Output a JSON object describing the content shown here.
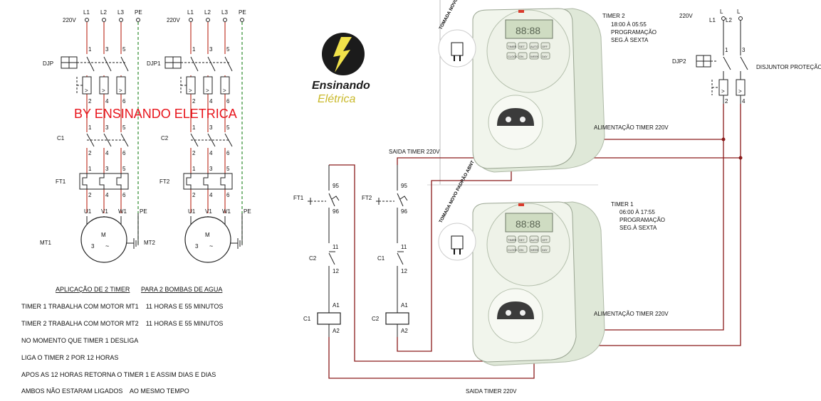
{
  "watermark": "BY ENSINANDO ELETRICA",
  "logo": {
    "line1": "Ensinando",
    "line2": "Elétrica",
    "accent": "#f1e24a",
    "dark": "#1b1b1b"
  },
  "colors": {
    "phase": "#c0392b",
    "pe": "#2e8b2e",
    "wire": "#222222",
    "control": "#8a1b1b",
    "watermark": "#e8141b"
  },
  "panel1": {
    "supply_voltage": "220V",
    "phases": [
      "L1",
      "L2",
      "L3",
      "PE"
    ],
    "breaker": "DJP",
    "contactor": "C1",
    "overload": "FT1",
    "motor": "MT1"
  },
  "panel2": {
    "supply_voltage": "220V",
    "phases": [
      "L1",
      "L2",
      "L3",
      "PE"
    ],
    "breaker": "DJP1",
    "contactor": "C2",
    "overload": "FT2",
    "motor": "MT2"
  },
  "power_terminals": {
    "top": [
      "1",
      "3",
      "5"
    ],
    "bottom": [
      "2",
      "4",
      "6"
    ],
    "motor": [
      "U1",
      "V1",
      "W1"
    ],
    "pe": "PE"
  },
  "motor_symbol": {
    "letter": "M",
    "phases": "3",
    "wave": "~"
  },
  "notes": {
    "heading_left": "APLICAÇÃO DE 2 TIMER",
    "heading_right": "PARA 2 BOMBAS DE AGUA",
    "lines": [
      "TIMER 1 TRABALHA COM MOTOR MT1    11 HORAS E 55 MINUTOS",
      "TIMER 2 TRABALHA COM MOTOR MT2    11 HORAS E 55 MINUTOS",
      "NO MOMENTO QUE TIMER 1 DESLIGA",
      "LIGA O TIMER 2 POR 12 HORAS",
      "APOS AS 12 HORAS RETORNA O TIMER 1 E ASSIM DIAS E DIAS",
      "AMBOS NÃO ESTARAM LIGADOS    AO MESMO TEMPO"
    ]
  },
  "control": {
    "saida_top": "SAIDA TIMER 220V",
    "saida_bottom": "SAIDA TIMER 220V",
    "branch1": {
      "overload": "FT1",
      "nc_top": "95",
      "nc_bottom": "96",
      "interlock": "C2",
      "interlock_top": "11",
      "interlock_bottom": "12",
      "coil": "C1",
      "coil_top": "A1",
      "coil_bottom": "A2"
    },
    "branch2": {
      "overload": "FT2",
      "nc_top": "95",
      "nc_bottom": "96",
      "interlock": "C1",
      "interlock_top": "11",
      "interlock_bottom": "12",
      "coil": "C2",
      "coil_top": "A1",
      "coil_bottom": "A2"
    }
  },
  "timer_device": {
    "plug_text": "TOMADA NOVO PADRÃO ABNT",
    "display": "88:88",
    "keys": [
      "TIMER",
      "SET",
      "AUTO",
      "OFF",
      "CLOCK",
      "ON",
      "WEEK",
      "DAY"
    ]
  },
  "timer2": {
    "title": "TIMER 2",
    "time": "18:00 À 05:55",
    "program": "PROGRAMAÇÃO",
    "days": "SEG.À SEXTA",
    "supply": "ALIMENTAÇÃO TIMER 220V"
  },
  "timer1": {
    "title": "TIMER 1",
    "time": "06:00 À 17:55",
    "program": "PROGRAMAÇÃO",
    "days": "SEG.À SEXTA",
    "supply": "ALIMENTAÇÃO TIMER 220V"
  },
  "supply_right": {
    "voltage": "220V",
    "lines": [
      "L1",
      "L2"
    ],
    "top_labels": [
      "L",
      "L"
    ],
    "breaker": "DJP2",
    "breaker_desc": "DISJUNTOR PROTEÇÃO",
    "top_terminals": [
      "1",
      "3"
    ],
    "bottom_terminals": [
      "2",
      "4"
    ]
  }
}
